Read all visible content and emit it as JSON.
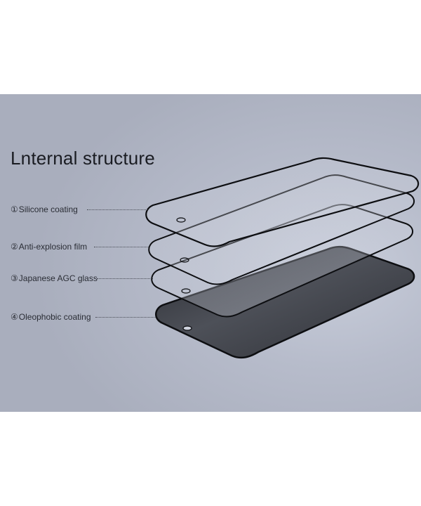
{
  "title": "Lnternal structure",
  "layers": [
    {
      "number": "①",
      "label": "Silicone coating"
    },
    {
      "number": "②",
      "label": "Anti-explosion film"
    },
    {
      "number": "③",
      "label": "Japanese AGC glass"
    },
    {
      "number": "④",
      "label": "Oleophobic coating"
    }
  ],
  "colors": {
    "background_panel": "#b7bccb",
    "frame_black": "#0d0e11",
    "glass_dark": "#3a3c44",
    "title_text": "#1a1c22"
  }
}
